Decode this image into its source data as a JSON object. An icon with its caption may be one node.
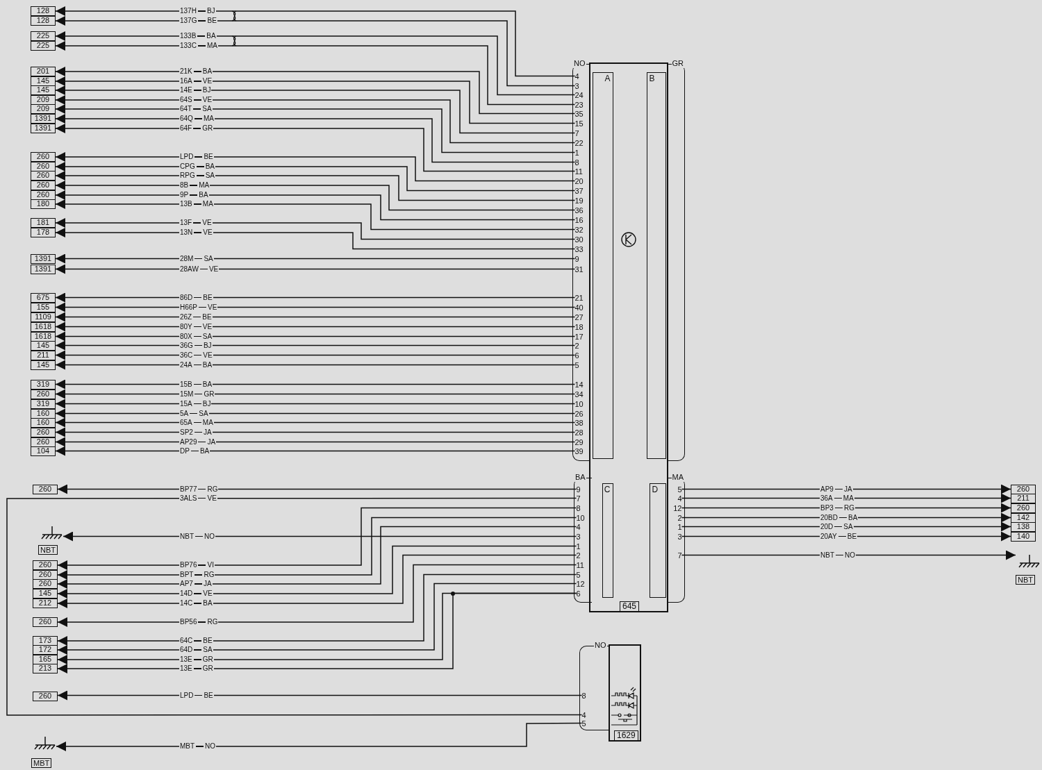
{
  "diagram": {
    "nodes": [
      {
        "text": [
          "645"
        ]
      },
      {
        "text": [
          "A"
        ],
        "in": 0
      },
      {
        "text": [
          "B"
        ],
        "in": 0
      },
      {
        "text": [
          "C"
        ],
        "in": 0
      },
      {
        "text": [
          "D"
        ],
        "in": 0
      },
      {
        "text": [
          "NO"
        ]
      },
      {
        "text": [
          "4"
        ],
        "in": 5
      },
      {
        "text": [
          "3"
        ],
        "in": 5
      },
      {
        "text": [
          "24"
        ],
        "in": 5
      },
      {
        "text": [
          "23"
        ],
        "in": 5
      },
      {
        "text": [
          "35"
        ],
        "in": 5
      },
      {
        "text": [
          "15"
        ],
        "in": 5
      },
      {
        "text": [
          "7"
        ],
        "in": 5
      },
      {
        "text": [
          "22"
        ],
        "in": 5
      },
      {
        "text": [
          "1"
        ],
        "in": 5
      },
      {
        "text": [
          "8"
        ],
        "in": 5
      },
      {
        "text": [
          "11"
        ],
        "in": 5
      },
      {
        "text": [
          "20"
        ],
        "in": 5
      },
      {
        "text": [
          "37"
        ],
        "in": 5
      },
      {
        "text": [
          "19"
        ],
        "in": 5
      },
      {
        "text": [
          "36"
        ],
        "in": 5
      },
      {
        "text": [
          "16"
        ],
        "in": 5
      },
      {
        "text": [
          "32"
        ],
        "in": 5
      },
      {
        "text": [
          "30"
        ],
        "in": 5
      },
      {
        "text": [
          "33"
        ],
        "in": 5
      },
      {
        "text": [
          "9"
        ],
        "in": 5
      },
      {
        "text": [
          "31"
        ],
        "in": 5
      },
      {
        "text": [
          "21"
        ],
        "in": 5
      },
      {
        "text": [
          "40"
        ],
        "in": 5
      },
      {
        "text": [
          "27"
        ],
        "in": 5
      },
      {
        "text": [
          "18"
        ],
        "in": 5
      },
      {
        "text": [
          "17"
        ],
        "in": 5
      },
      {
        "text": [
          "2"
        ],
        "in": 5
      },
      {
        "text": [
          "6"
        ],
        "in": 5
      },
      {
        "text": [
          "5"
        ],
        "in": 5
      },
      {
        "text": [
          "14"
        ],
        "in": 5
      },
      {
        "text": [
          "34"
        ],
        "in": 5
      },
      {
        "text": [
          "10"
        ],
        "in": 5
      },
      {
        "text": [
          "26"
        ],
        "in": 5
      },
      {
        "text": [
          "38"
        ],
        "in": 5
      },
      {
        "text": [
          "28"
        ],
        "in": 5
      },
      {
        "text": [
          "29"
        ],
        "in": 5
      },
      {
        "text": [
          "39"
        ],
        "in": 5
      },
      {
        "text": [
          "GR"
        ]
      },
      {
        "text": [
          "BA"
        ]
      },
      {
        "text": [
          "9"
        ],
        "in": 44
      },
      {
        "text": [
          "7"
        ],
        "in": 44
      },
      {
        "text": [
          "8"
        ],
        "in": 44
      },
      {
        "text": [
          "10"
        ],
        "in": 44
      },
      {
        "text": [
          "4"
        ],
        "in": 44
      },
      {
        "text": [
          "3"
        ],
        "in": 44
      },
      {
        "text": [
          "1"
        ],
        "in": 44
      },
      {
        "text": [
          "2"
        ],
        "in": 44
      },
      {
        "text": [
          "11"
        ],
        "in": 44
      },
      {
        "text": [
          "5"
        ],
        "in": 44
      },
      {
        "text": [
          "12"
        ],
        "in": 44
      },
      {
        "text": [
          "6"
        ],
        "in": 44
      },
      {
        "text": [
          "MA"
        ]
      },
      {
        "text": [
          "5"
        ],
        "in": 57
      },
      {
        "text": [
          "4"
        ],
        "in": 57
      },
      {
        "text": [
          "12"
        ],
        "in": 57
      },
      {
        "text": [
          "2"
        ],
        "in": 57
      },
      {
        "text": [
          "1"
        ],
        "in": 57
      },
      {
        "text": [
          "3"
        ],
        "in": 57
      },
      {
        "text": [
          "7"
        ],
        "in": 57
      },
      {
        "text": [
          "1629"
        ]
      },
      {
        "text": [
          "NO"
        ]
      },
      {
        "text": [
          "8"
        ],
        "in": 66
      },
      {
        "text": [
          "4"
        ],
        "in": 66
      },
      {
        "text": [
          "5"
        ],
        "in": 66
      },
      {
        "text": [
          "128"
        ]
      },
      {
        "text": [
          "128"
        ]
      },
      {
        "text": [
          "225"
        ]
      },
      {
        "text": [
          "225"
        ]
      },
      {
        "text": [
          "201"
        ]
      },
      {
        "text": [
          "145"
        ]
      },
      {
        "text": [
          "145"
        ]
      },
      {
        "text": [
          "209"
        ]
      },
      {
        "text": [
          "209"
        ]
      },
      {
        "text": [
          "1391"
        ]
      },
      {
        "text": [
          "1391"
        ]
      },
      {
        "text": [
          "260"
        ]
      },
      {
        "text": [
          "260"
        ]
      },
      {
        "text": [
          "260"
        ]
      },
      {
        "text": [
          "260"
        ]
      },
      {
        "text": [
          "260"
        ]
      },
      {
        "text": [
          "180"
        ]
      },
      {
        "text": [
          "181"
        ]
      },
      {
        "text": [
          "178"
        ]
      },
      {
        "text": [
          "1391"
        ]
      },
      {
        "text": [
          "1391"
        ]
      },
      {
        "text": [
          "675"
        ]
      },
      {
        "text": [
          "155"
        ]
      },
      {
        "text": [
          "1109"
        ]
      },
      {
        "text": [
          "1618"
        ]
      },
      {
        "text": [
          "1618"
        ]
      },
      {
        "text": [
          "145"
        ]
      },
      {
        "text": [
          "211"
        ]
      },
      {
        "text": [
          "145"
        ]
      },
      {
        "text": [
          "319"
        ]
      },
      {
        "text": [
          "260"
        ]
      },
      {
        "text": [
          "319"
        ]
      },
      {
        "text": [
          "160"
        ]
      },
      {
        "text": [
          "160"
        ]
      },
      {
        "text": [
          "260"
        ]
      },
      {
        "text": [
          "260"
        ]
      },
      {
        "text": [
          "104"
        ]
      },
      {
        "text": [
          "260"
        ]
      },
      {
        "text": [
          "NBT"
        ]
      },
      {
        "text": [
          "260"
        ]
      },
      {
        "text": [
          "260"
        ]
      },
      {
        "text": [
          "260"
        ]
      },
      {
        "text": [
          "145"
        ]
      },
      {
        "text": [
          "212"
        ]
      },
      {
        "text": [
          "260"
        ]
      },
      {
        "text": [
          "173"
        ]
      },
      {
        "text": [
          "172"
        ]
      },
      {
        "text": [
          "165"
        ]
      },
      {
        "text": [
          "213"
        ]
      },
      {
        "text": [
          "260"
        ]
      },
      {
        "text": [
          "MBT"
        ]
      },
      {
        "text": [
          "260"
        ]
      },
      {
        "text": [
          "211"
        ]
      },
      {
        "text": [
          "260"
        ]
      },
      {
        "text": [
          "142"
        ]
      },
      {
        "text": [
          "138"
        ]
      },
      {
        "text": [
          "140"
        ]
      },
      {
        "text": [
          "NBT"
        ]
      }
    ],
    "edges": [
      {
        "from": 6,
        "to": 70,
        "arrow": "to",
        "label": "137H BJ"
      },
      {
        "from": 7,
        "to": 71,
        "arrow": "to",
        "label": "137G BE"
      },
      {
        "from": 8,
        "to": 72,
        "arrow": "to",
        "label": "133B BA"
      },
      {
        "from": 9,
        "to": 73,
        "arrow": "to",
        "label": "133C MA"
      },
      {
        "from": 10,
        "to": 74,
        "arrow": "to",
        "label": "21K BA"
      },
      {
        "from": 11,
        "to": 75,
        "arrow": "to",
        "label": "16A VE"
      },
      {
        "from": 12,
        "to": 76,
        "arrow": "to",
        "label": "14E BJ"
      },
      {
        "from": 13,
        "to": 77,
        "arrow": "to",
        "label": "64S VE"
      },
      {
        "from": 14,
        "to": 78,
        "arrow": "to",
        "label": "64T SA"
      },
      {
        "from": 15,
        "to": 79,
        "arrow": "to",
        "label": "64Q MA"
      },
      {
        "from": 16,
        "to": 80,
        "arrow": "to",
        "label": "64F GR"
      },
      {
        "from": 17,
        "to": 81,
        "arrow": "to",
        "label": "LPD BE"
      },
      {
        "from": 18,
        "to": 82,
        "arrow": "to",
        "label": "CPG BA"
      },
      {
        "from": 19,
        "to": 83,
        "arrow": "to",
        "label": "RPG SA"
      },
      {
        "from": 20,
        "to": 84,
        "arrow": "to",
        "label": "8B MA"
      },
      {
        "from": 21,
        "to": 85,
        "arrow": "to",
        "label": "9P BA"
      },
      {
        "from": 22,
        "to": 86,
        "arrow": "to",
        "label": "13B MA"
      },
      {
        "from": 23,
        "to": 87,
        "arrow": "to",
        "label": "13F VE"
      },
      {
        "from": 24,
        "to": 88,
        "arrow": "to",
        "label": "13N VE"
      },
      {
        "from": 25,
        "to": 89,
        "arrow": "to",
        "label": "28M SA"
      },
      {
        "from": 26,
        "to": 90,
        "arrow": "to",
        "label": "28AW VE"
      },
      {
        "from": 27,
        "to": 91,
        "arrow": "to",
        "label": "86D BE"
      },
      {
        "from": 28,
        "to": 92,
        "arrow": "to",
        "label": "H66P VE"
      },
      {
        "from": 29,
        "to": 93,
        "arrow": "to",
        "label": "26Z BE"
      },
      {
        "from": 30,
        "to": 94,
        "arrow": "to",
        "label": "80Y VE"
      },
      {
        "from": 31,
        "to": 95,
        "arrow": "to",
        "label": "80X SA"
      },
      {
        "from": 32,
        "to": 96,
        "arrow": "to",
        "label": "36G BJ"
      },
      {
        "from": 33,
        "to": 97,
        "arrow": "to",
        "label": "36C VE"
      },
      {
        "from": 34,
        "to": 98,
        "arrow": "to",
        "label": "24A BA"
      },
      {
        "from": 35,
        "to": 99,
        "arrow": "to",
        "label": "15B BA"
      },
      {
        "from": 36,
        "to": 100,
        "arrow": "to",
        "label": "15M GR"
      },
      {
        "from": 37,
        "to": 101,
        "arrow": "to",
        "label": "15A BJ"
      },
      {
        "from": 38,
        "to": 102,
        "arrow": "to",
        "label": "5A SA"
      },
      {
        "from": 39,
        "to": 103,
        "arrow": "to",
        "label": "65A MA"
      },
      {
        "from": 40,
        "to": 104,
        "arrow": "to",
        "label": "SP2 JA"
      },
      {
        "from": 41,
        "to": 105,
        "arrow": "to",
        "label": "AP29 JA"
      },
      {
        "from": 42,
        "to": 106,
        "arrow": "to",
        "label": "DP BA"
      },
      {
        "from": 45,
        "to": 107,
        "arrow": "to",
        "label": "BP77 RG"
      },
      {
        "from": 46,
        "to": 68,
        "arrow": "none",
        "label": "3ALS VE"
      },
      {
        "from": 47,
        "to": 109,
        "arrow": "to",
        "label": "BP76 VI"
      },
      {
        "from": 48,
        "to": 110,
        "arrow": "to",
        "label": "BPT RG"
      },
      {
        "from": 49,
        "to": 111,
        "arrow": "to",
        "label": "AP7 JA"
      },
      {
        "from": 50,
        "to": 108,
        "arrow": "to",
        "label": "NBT NO"
      },
      {
        "from": 51,
        "to": 112,
        "arrow": "to",
        "label": "14D VE"
      },
      {
        "from": 52,
        "to": 113,
        "arrow": "to",
        "label": "14C BA"
      },
      {
        "from": 53,
        "to": 114,
        "arrow": "to",
        "label": "BP56 RG"
      },
      {
        "from": 54,
        "to": 115,
        "arrow": "to",
        "label": "64C BE"
      },
      {
        "from": 55,
        "to": 116,
        "arrow": "to",
        "label": "64D SA"
      },
      {
        "from": 56,
        "to": 117,
        "arrow": "to",
        "label": "13E GR"
      },
      {
        "from": 56,
        "to": 118,
        "arrow": "to",
        "label": "13E GR"
      },
      {
        "from": 67,
        "to": 119,
        "arrow": "to",
        "label": "LPD BE"
      },
      {
        "from": 69,
        "to": 120,
        "arrow": "to",
        "label": "MBT NO"
      },
      {
        "from": 58,
        "to": 121,
        "arrow": "to",
        "label": "AP9 JA"
      },
      {
        "from": 59,
        "to": 122,
        "arrow": "to",
        "label": "36A MA"
      },
      {
        "from": 60,
        "to": 123,
        "arrow": "to",
        "label": "BP3 RG"
      },
      {
        "from": 61,
        "to": 124,
        "arrow": "to",
        "label": "20BD BA"
      },
      {
        "from": 62,
        "to": 125,
        "arrow": "to",
        "label": "20D SA"
      },
      {
        "from": 63,
        "to": 126,
        "arrow": "to",
        "label": "20AY BE"
      },
      {
        "from": 64,
        "to": 127,
        "arrow": "to",
        "label": "NBT NO"
      }
    ]
  }
}
